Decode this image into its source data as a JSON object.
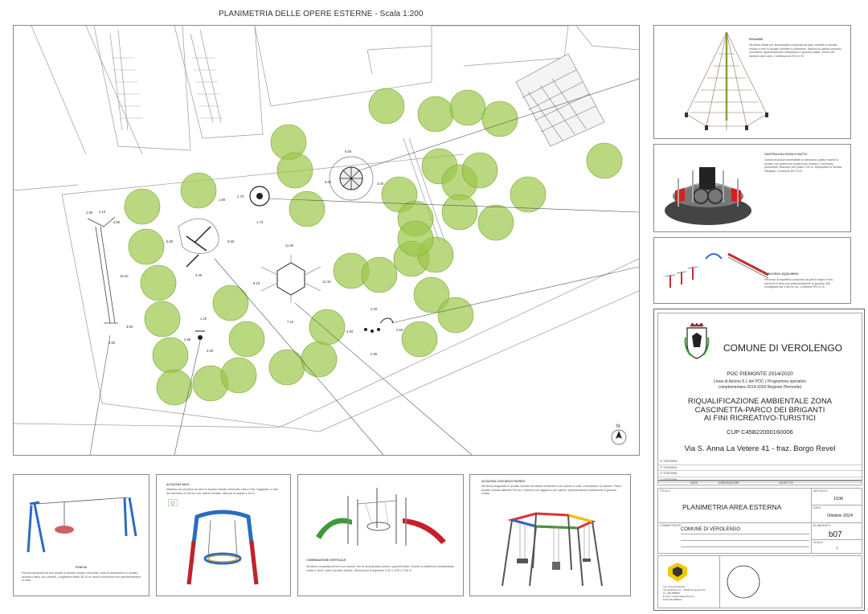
{
  "plan": {
    "title": "PLANIMETRIA DELLE OPERE ESTERNE - Scala 1:200",
    "north": "N",
    "dimensions": {
      "d1": "6.60",
      "d2": "5.60",
      "d3": "1.70",
      "d4": "2.70",
      "d5": "9.90",
      "d6": "5.80",
      "d7": "3.40",
      "d8": "11.00",
      "d9": "12.10",
      "d10": "8.10",
      "d11": "7.10",
      "d12": "4.20",
      "d13": "2.60",
      "d14": "2.50",
      "d15": "2.95",
      "d16": "1.20",
      "d17": "2.95",
      "d18": "3.00",
      "d19": "18.10",
      "d20": "3.50",
      "d21": "2.80",
      "d22": "2.10",
      "d23": "4.80",
      "d24": "3.60",
      "d25": "1.80",
      "d26": "4.40"
    }
  },
  "products": {
    "piramide": {
      "title": "PIRAMIDE",
      "text": "Struttura ideale per arrampicata composta da palo centrale in acciaio zincato e funi in acciaio rivestite in poliestere. Altezza di caduta secondo normativa, pavimentazione antitrauma in gomma colata. Giochi per bambini dai 5 anni. Certificazione EN 1176."
    },
    "giostra": {
      "title": "GIOSTRA INCLUSIVA A PIATTO",
      "text": "Giostra inclusiva accessibile a carrozzina, piatto rotante in acciaio con protezione antiscivolo, sedute e corrimano perimetrali. Diametro del piatto 2.00 m. Dispositivo di frenata integrato. Conforme EN 1176."
    },
    "percorso": {
      "title": "PERCORSO EQUILIBRIO",
      "text": "Percorso di equilibrio composto da pali in legno e funi, elementi a terra con pavimentazione in gomma. Età consigliata dai 4 anni in su. Conforme EN 1176."
    },
    "funivia": {
      "title": "FUNIVIA",
      "text": "Funivia composta da due portali in acciaio zincato verniciato, fune di scorrimento in acciaio, seduta a disco con carrello. Lunghezza totale 18.10 m. Area di sicurezza con pavimentazione in erba."
    },
    "altalena": {
      "title": "ALTALENA NIDO",
      "text": "Altalena con struttura ad arco in acciaio zincato verniciato rosso e blu, seggiolino a nido del diametro di 100 cm con catene rivestite. Altezza di caduta 1.20 m."
    },
    "combinato": {
      "title": "COMBINAZIONE VERTICALE",
      "text": "Struttura composta da torri con scivoli, rete di arrampicata, ponte e pannelli ludici. Scivoli in polietilene rotostampato verde e rosso, pali in acciaio zincato. Dimensioni di ingombro 2.40 x 3.00 x 3.40 m."
    },
    "esagonale": {
      "title": "ALTALENA CON DISCO BORDO",
      "text": "Struttura esagonale in acciaio zincato verniciato multicolore con sedute a culla, a tavoletta e a cestone. Pali in acciaio zincato diametro 90 mm, traverse con aggancio per catene, pavimentazione antitrauma in gomma colata."
    }
  },
  "titleblock": {
    "comune": "COMUNE DI VEROLENGO",
    "program_title": "POC PIEMONTE 2014/2020",
    "program_line1": "Linea di Azione 8.1 del POC ( Programma operativo",
    "program_line2": "complementare 2014-2020 Regione Piemonte)",
    "project_line1": "RIQUALIFICAZIONE AMBIENTALE ZONA",
    "project_line2": "CASCINETTA-PARCO DEI BRIGANTI",
    "project_line3": "AI FINI RICREATIVO-TURISTICI",
    "cup": "CUP C45B22000160006",
    "address": "Via S. Anna La Vetere 41 - fraz. Borgo Revel",
    "revisions": [
      "4° STESURA",
      "3° STESURA",
      "2° STESURA",
      "1° STESURA"
    ],
    "rev_headers": {
      "data": "DATE",
      "designer": "DISEGNATORE",
      "object": "OGGETTO"
    },
    "label_titolo": "TITOLO",
    "sheet_title": "PLANIMETRIA AREA ESTERNA",
    "label_archivio": "ARCHIVIO",
    "archivio": "1536",
    "label_data": "DATA",
    "data": "Ottobre 2024",
    "label_committente": "COMMITTENTE",
    "committente": "COMUNE DI VEROLENGO",
    "label_elaborato": "ELABORATO",
    "elaborato": "b07",
    "label_scala": "SCALA",
    "scala": "/",
    "designer_name": "Ing. Cristina Avalonde",
    "designer_address": "Via Settembrini 12 - 10038 Verolengo (TO)",
    "designer_tel": "Tel. 338 4888857",
    "designer_mail": "E-mail: c.avalonde@gmail.com",
    "designer_piva": "P.IVA 11111088012"
  },
  "colors": {
    "tree": "#9cc74a",
    "line": "#8a8a8a",
    "red": "#c8202a",
    "blue": "#2a6cc4",
    "green": "#3d9a3a",
    "logo_yellow": "#f3c800"
  }
}
